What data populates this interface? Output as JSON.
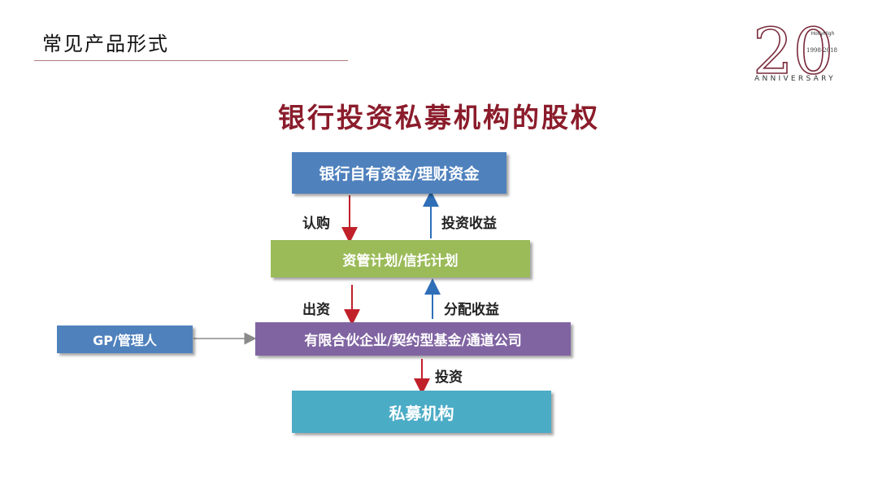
{
  "header": {
    "section_title": "常见产品形式",
    "logo": {
      "big_number": "20",
      "brand": "HollyHigh",
      "years": "1998-2018",
      "anniversary": "ANNIVERSARY"
    }
  },
  "diagram": {
    "title": "银行投资私募机构的股权",
    "nodes": {
      "bank_funds": "银行自有资金/理财资金",
      "asset_plan": "资管计划/信托计划",
      "partnership": "有限合伙企业/契约型基金/通道公司",
      "gp": "GP/管理人",
      "pe": "私募机构"
    },
    "edges": {
      "subscribe": "认购",
      "investment_income": "投资收益",
      "contribute": "出资",
      "distribution_income": "分配收益",
      "invest": "投资"
    }
  },
  "colors": {
    "title": "#8b1c2b",
    "box_blue": "#4f81bd",
    "box_green": "#9bbb59",
    "box_purple": "#8064a2",
    "box_teal": "#4bacc6",
    "arrow_down": "#c0202a",
    "arrow_up": "#2e6fb8",
    "arrow_gray": "#8a8a8a"
  }
}
